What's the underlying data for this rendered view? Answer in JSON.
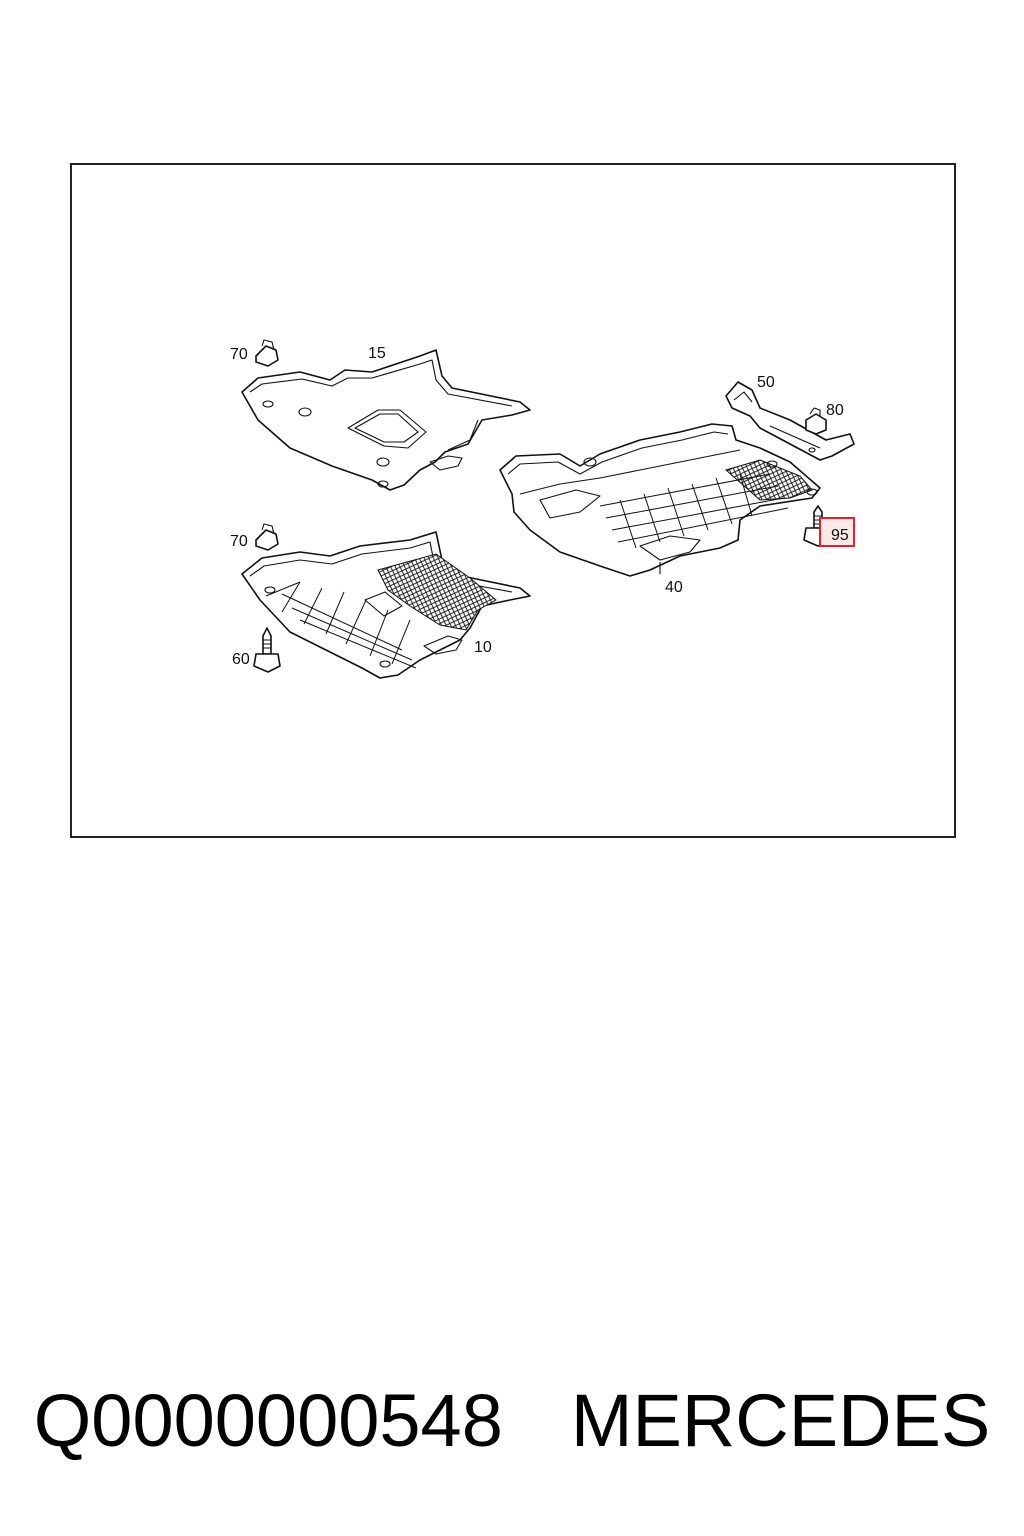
{
  "diagram": {
    "callouts": {
      "c70a": "70",
      "c15": "15",
      "c50": "50",
      "c80": "80",
      "c95": "95",
      "c70b": "70",
      "c40": "40",
      "c60": "60",
      "c10": "10"
    },
    "highlight_color": "#d9232e"
  },
  "footer": {
    "part_number": "Q0000000548",
    "brand": "MERCEDES"
  }
}
